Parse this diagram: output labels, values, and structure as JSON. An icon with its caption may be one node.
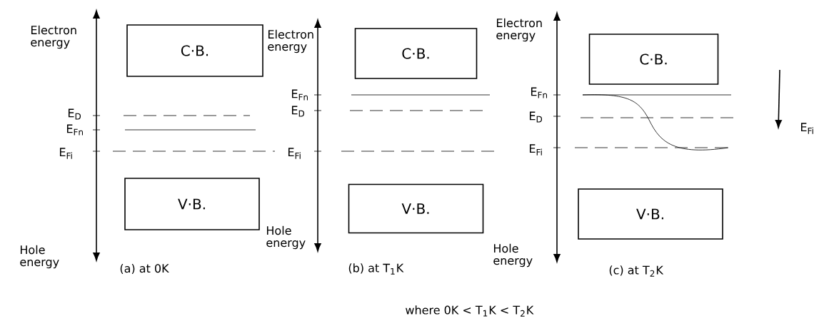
{
  "diagram": {
    "nodes": [
      {
        "text": [
          "C·B."
        ]
      },
      {
        "text": [
          "V·B."
        ]
      },
      {
        "text": [
          "C·B."
        ]
      },
      {
        "text": [
          "V·B."
        ]
      },
      {
        "text": [
          "C·B."
        ]
      },
      {
        "text": [
          "V·B."
        ]
      }
    ],
    "labels": [
      "Electron energy",
      "E$_{D}$",
      "E$_{Fn}$",
      "E$_{Fi}$",
      "Hole energy",
      "(a) at 0K",
      "Electron energy",
      "E$_{Fn}$",
      "E$_{D}$",
      "E$_{Fi}$",
      "Hole energy",
      "(b) at T$_{1}$K",
      "Electron energy",
      "E$_{Fn}$",
      "E$_{D}$",
      "E$_{Fi}$",
      "Hole energy",
      "(c) at T$_{2}$K",
      "E$_{Fi}$",
      "where 0K < T$_{1}$K < T$_{2}$K"
    ]
  }
}
